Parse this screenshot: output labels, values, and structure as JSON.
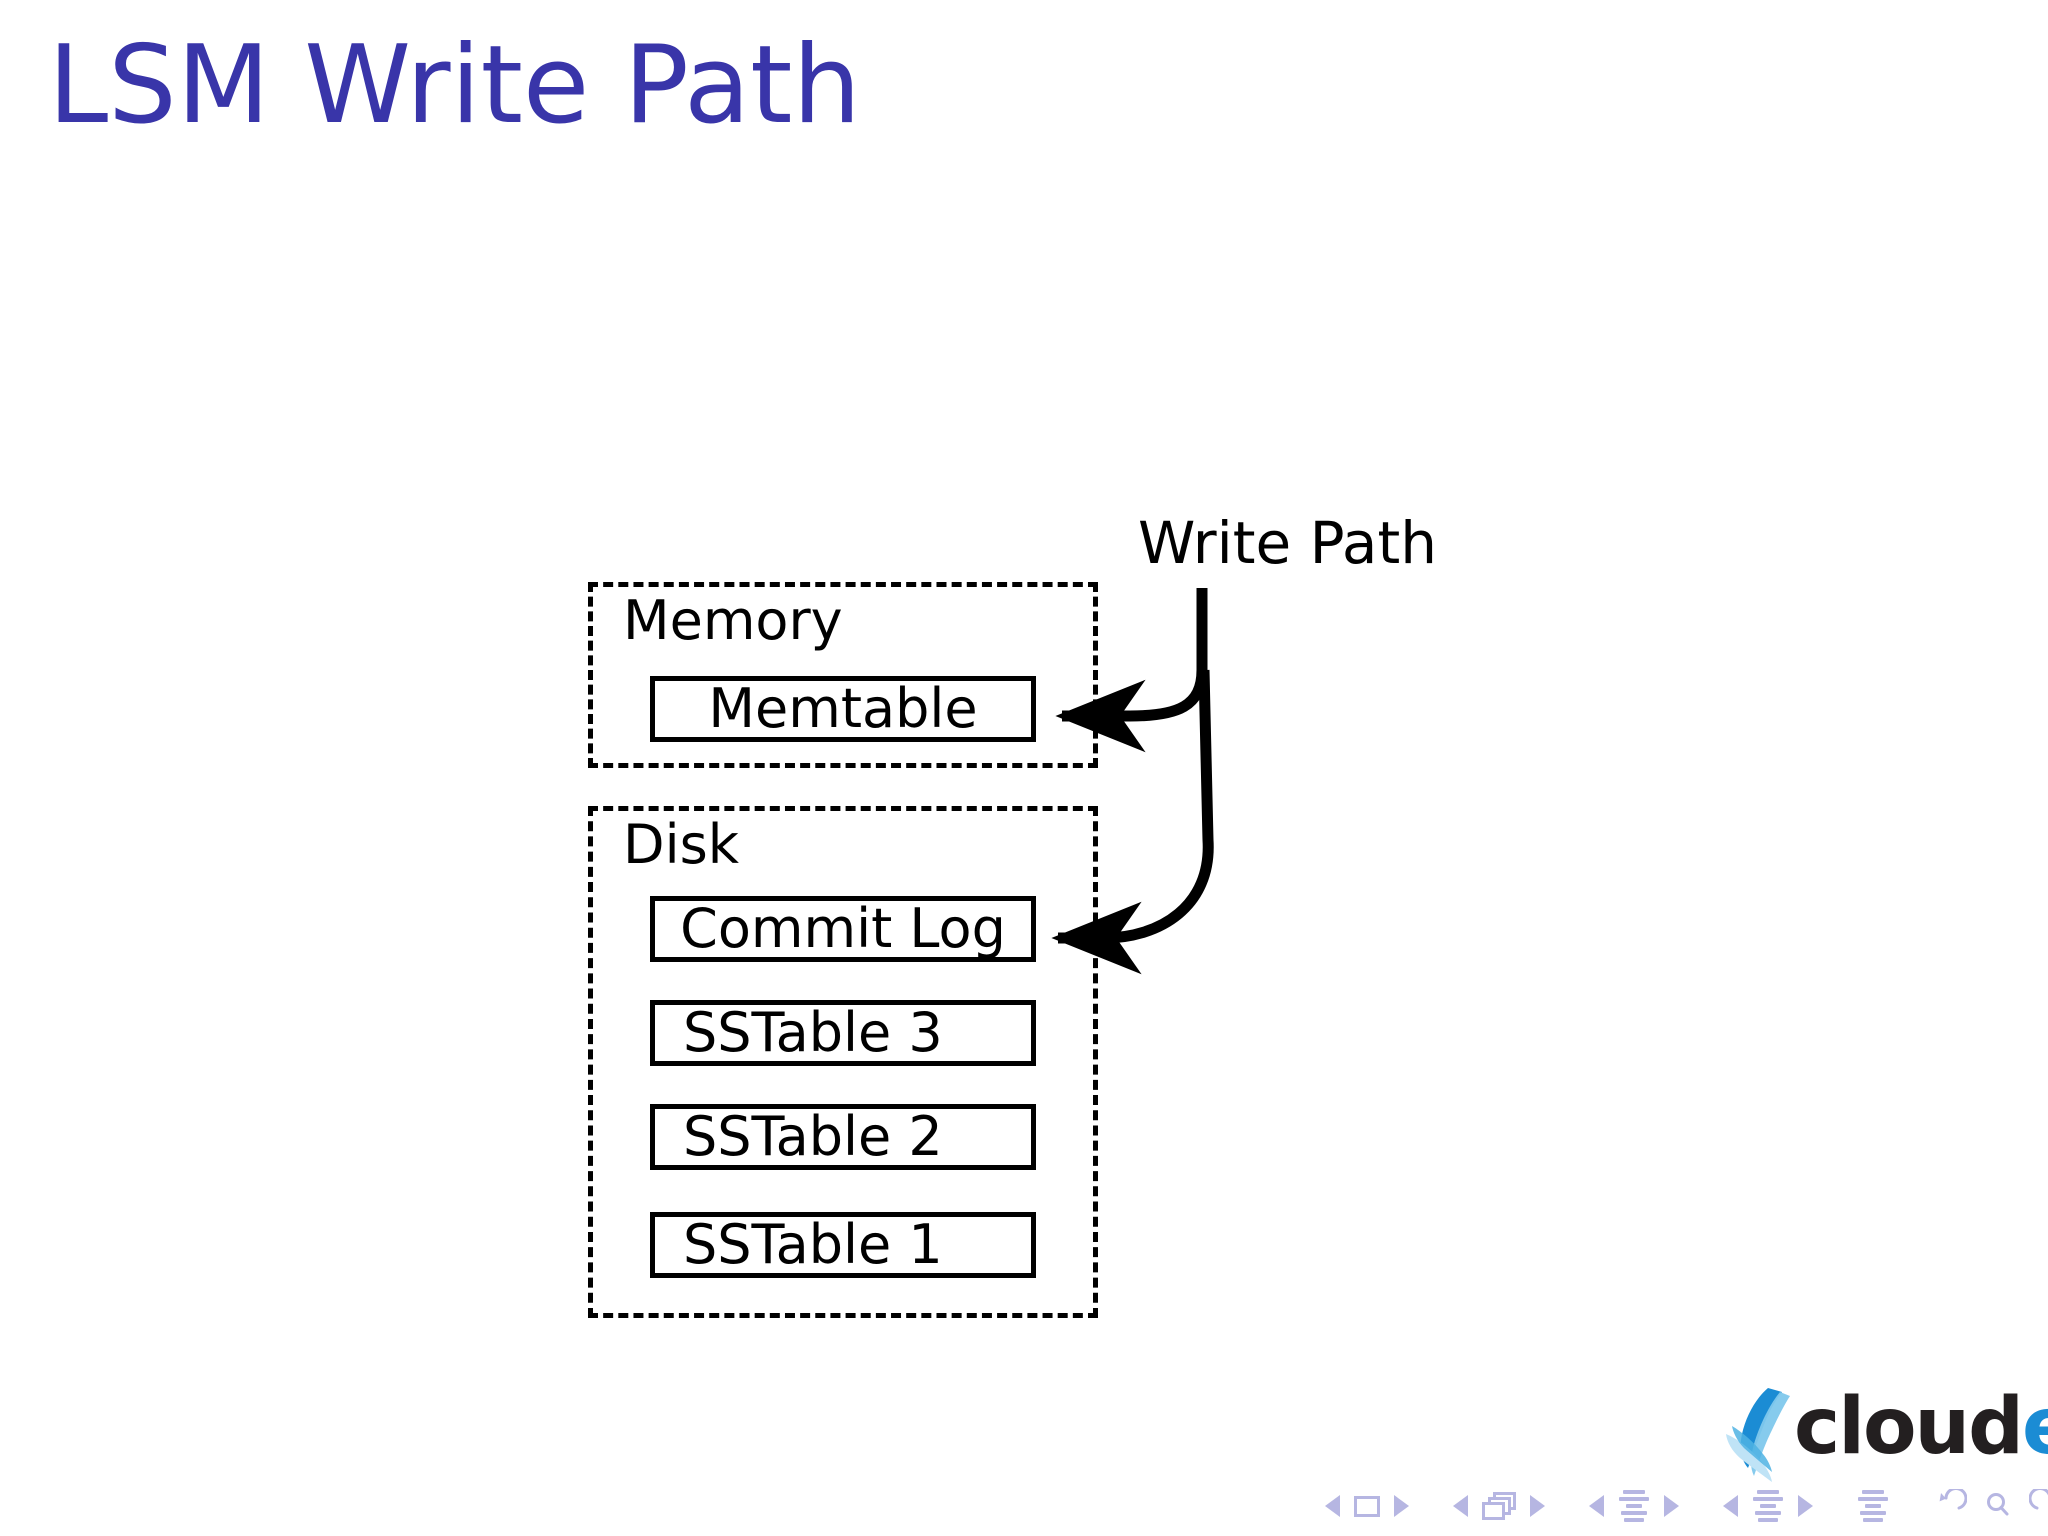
{
  "slide": {
    "title": "LSM Write Path",
    "title_color": "#3935a9",
    "background": "#ffffff"
  },
  "diagram": {
    "type": "block-diagram",
    "annotation_label": "Write Path",
    "groups": [
      {
        "name": "memory",
        "label": "Memory",
        "border_style": "dashed",
        "items": [
          {
            "name": "memtable",
            "label": "Memtable",
            "align": "center"
          }
        ]
      },
      {
        "name": "disk",
        "label": "Disk",
        "border_style": "dashed",
        "items": [
          {
            "name": "commit-log",
            "label": "Commit Log",
            "align": "center"
          },
          {
            "name": "sstable-3",
            "label": "SSTable 3",
            "align": "left"
          },
          {
            "name": "sstable-2",
            "label": "SSTable 2",
            "align": "left"
          },
          {
            "name": "sstable-1",
            "label": "SSTable 1",
            "align": "left"
          }
        ]
      }
    ],
    "arrows": [
      {
        "name": "write-path-to-memtable",
        "from": "Write Path",
        "to": "Memtable"
      },
      {
        "name": "write-path-to-commit-log",
        "from": "Write Path",
        "to": "Commit Log"
      }
    ]
  },
  "logo": {
    "name": "cloudera-logo",
    "word_dark": "cloud",
    "word_blue": "era",
    "dark_color": "#231f20",
    "blue_color": "#1b8cd4",
    "mark": "leaf-icon"
  },
  "navigation": {
    "color": "#b6b6e2",
    "groups": [
      {
        "name": "frame-nav",
        "prev": "previous-frame",
        "icon": "frame-icon",
        "next": "next-frame"
      },
      {
        "name": "slide-nav",
        "prev": "previous-slide",
        "icon": "slide-stack-icon",
        "next": "next-slide"
      },
      {
        "name": "subsection-nav",
        "prev": "previous-subsection",
        "icon": "subsection-icon",
        "next": "next-subsection"
      },
      {
        "name": "section-nav",
        "prev": "previous-section",
        "icon": "section-icon",
        "next": "next-section"
      },
      {
        "name": "document-nav",
        "icon": "document-icon"
      },
      {
        "name": "history-nav",
        "back": "back-icon",
        "find": "search-icon",
        "forward": "forward-icon"
      }
    ]
  }
}
